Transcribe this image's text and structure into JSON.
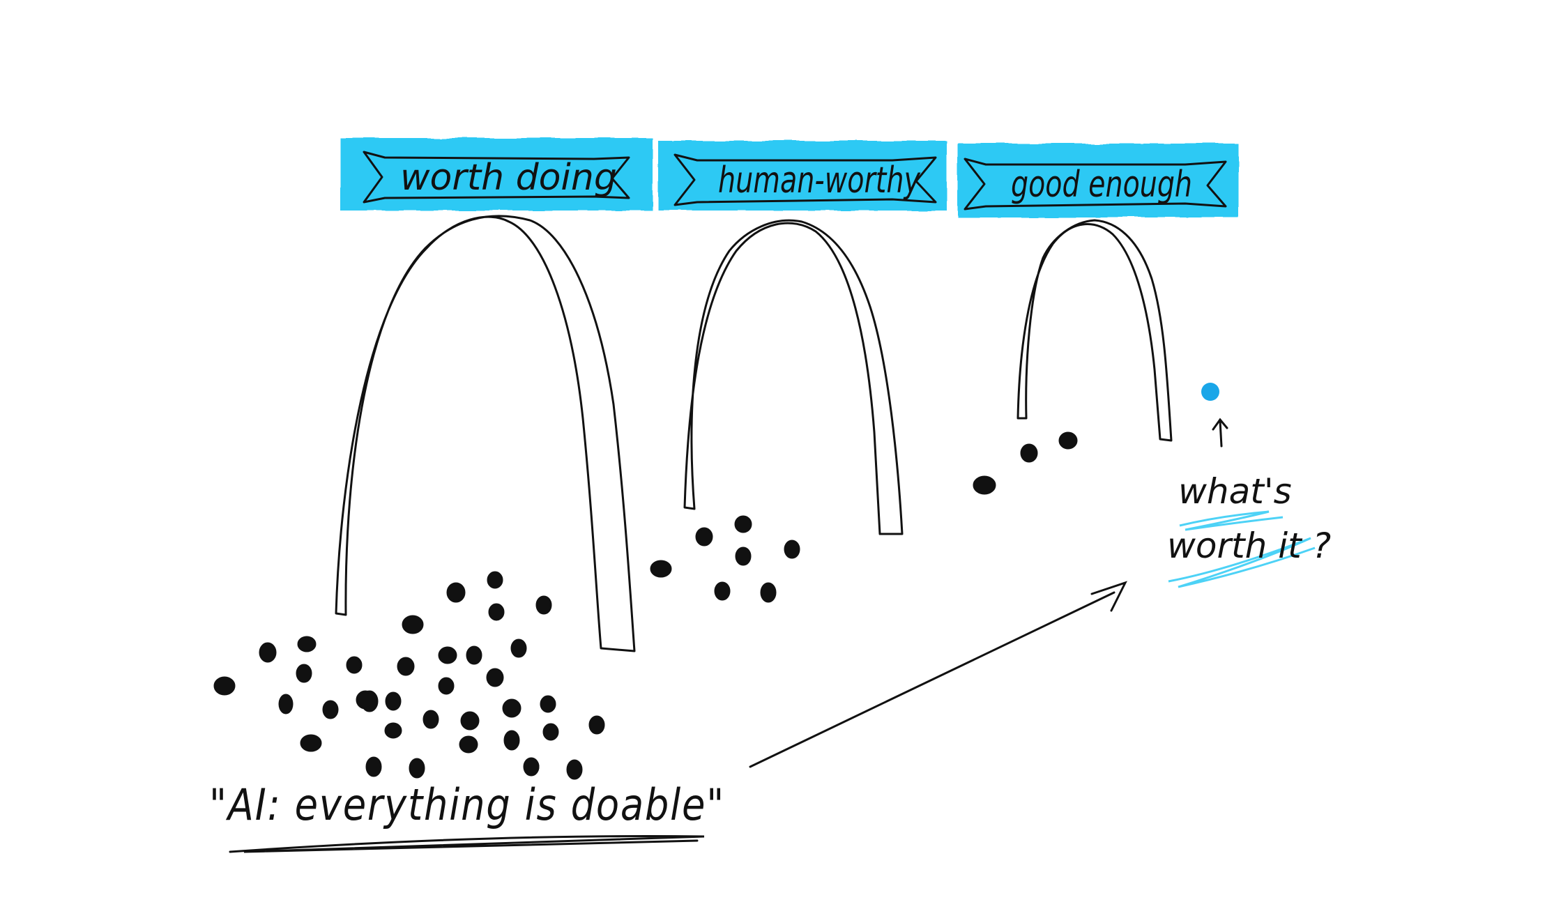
{
  "colors": {
    "highlight": "#21c7f4",
    "ink": "#111111",
    "dot": "#1aa6e8"
  },
  "banners": [
    {
      "label": "worth doing"
    },
    {
      "label": "human-worthy"
    },
    {
      "label": "good enough"
    }
  ],
  "quote": "\"AI: everything is doable\"",
  "question": {
    "line1": "what's",
    "line2": "worth it ?"
  }
}
